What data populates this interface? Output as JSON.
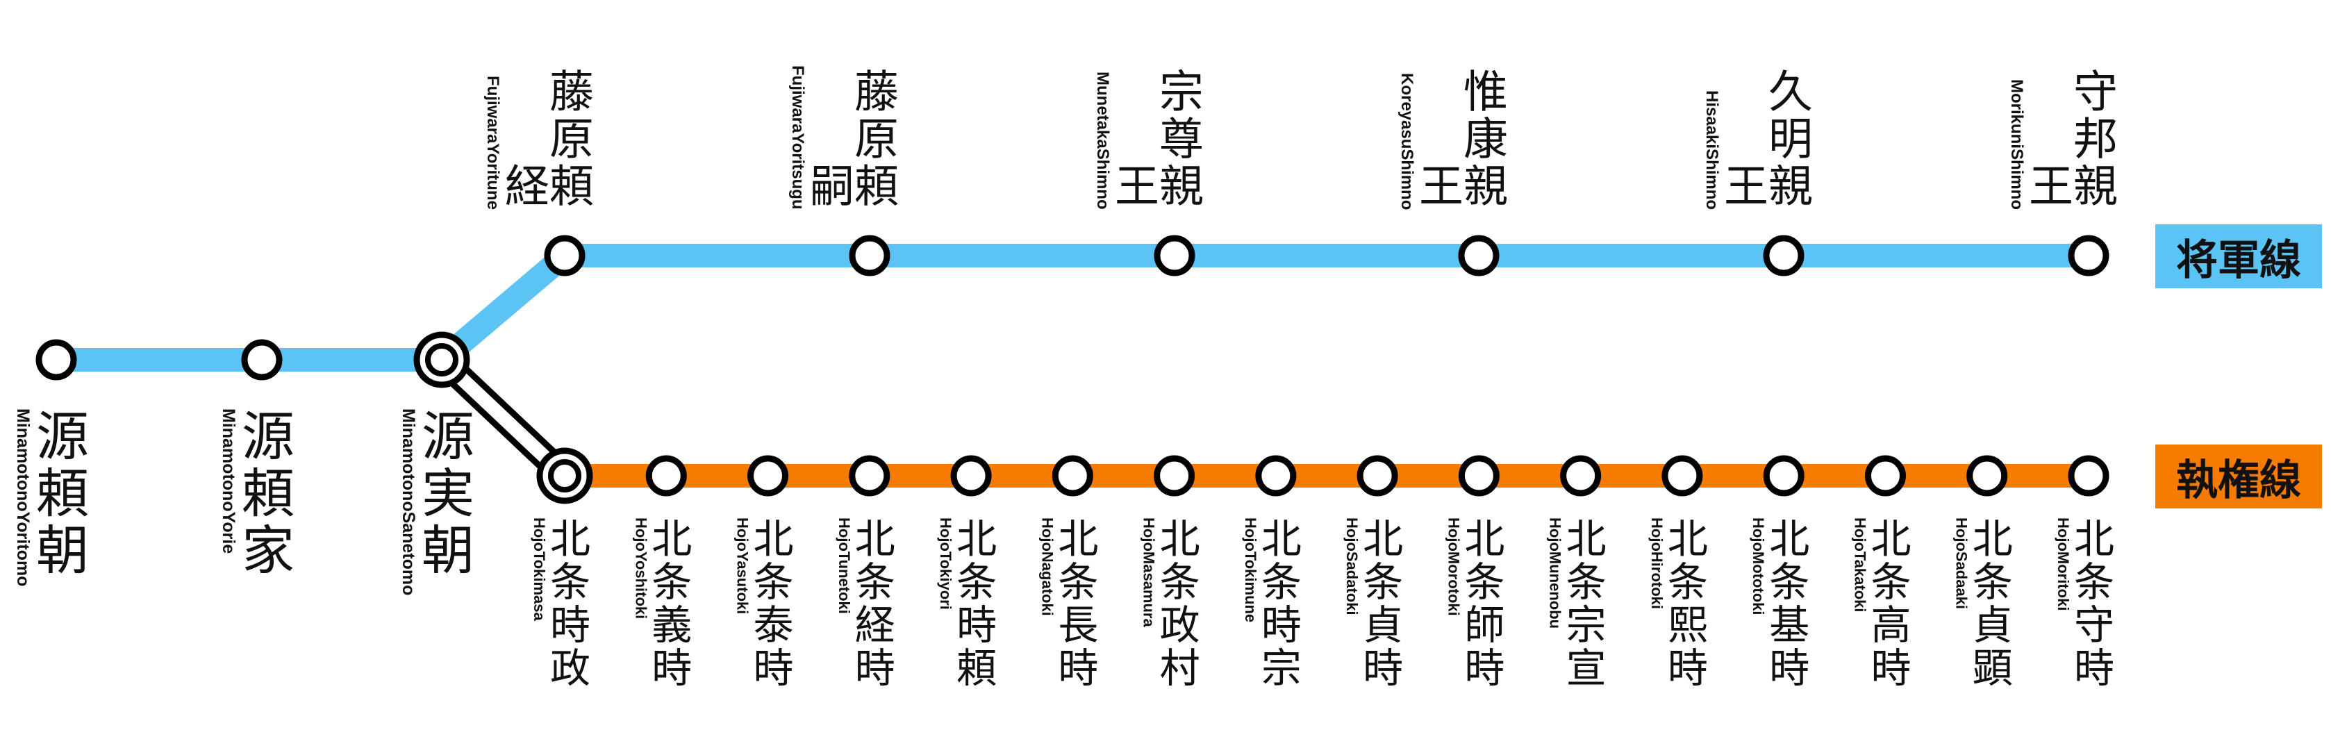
{
  "lines": {
    "shogun": {
      "label": "将軍線",
      "color": "#5bc4f5"
    },
    "shikken": {
      "label": "執権線",
      "color": "#f57c00"
    }
  },
  "minamoto_stations": [
    {
      "kanji": "源頼朝",
      "romaji": "MinamotonoYoritomo"
    },
    {
      "kanji": "源頼家",
      "romaji": "MinamotonoYorie"
    },
    {
      "kanji": "源実朝",
      "romaji": "MinamotonoSanetomo"
    }
  ],
  "shogun_stations": [
    {
      "kanji": "藤原頼経",
      "romaji": "FujiwaraYoritune"
    },
    {
      "kanji": "藤原頼嗣",
      "romaji": "FujiwaraYoritsugu"
    },
    {
      "kanji": "宗尊親王",
      "romaji": "MunetakaShimno"
    },
    {
      "kanji": "惟康親王",
      "romaji": "KoreyasuShimno"
    },
    {
      "kanji": "久明親王",
      "romaji": "HisaakiShimno"
    },
    {
      "kanji": "守邦親王",
      "romaji": "MorikuniShimno"
    }
  ],
  "shikken_stations": [
    {
      "kanji": "北条時政",
      "romaji": "HojoTokimasa"
    },
    {
      "kanji": "北条義時",
      "romaji": "HojoYoshitoki"
    },
    {
      "kanji": "北条泰時",
      "romaji": "HojoYasutoki"
    },
    {
      "kanji": "北条経時",
      "romaji": "HojoTunetoki"
    },
    {
      "kanji": "北条時頼",
      "romaji": "HojoTokiyori"
    },
    {
      "kanji": "北条長時",
      "romaji": "HojoNagatoki"
    },
    {
      "kanji": "北条政村",
      "romaji": "HojoMasamura"
    },
    {
      "kanji": "北条時宗",
      "romaji": "HojoTokimune"
    },
    {
      "kanji": "北条貞時",
      "romaji": "HojoSadatoki"
    },
    {
      "kanji": "北条師時",
      "romaji": "HojoMorotoki"
    },
    {
      "kanji": "北条宗宣",
      "romaji": "HojoMunenobu"
    },
    {
      "kanji": "北条熙時",
      "romaji": "HojoHirotoki"
    },
    {
      "kanji": "北条基時",
      "romaji": "HojoMototoki"
    },
    {
      "kanji": "北条高時",
      "romaji": "HojoTakatoki"
    },
    {
      "kanji": "北条貞顕",
      "romaji": "HojoSadaaki"
    },
    {
      "kanji": "北条守時",
      "romaji": "HojoMoritoki"
    }
  ]
}
